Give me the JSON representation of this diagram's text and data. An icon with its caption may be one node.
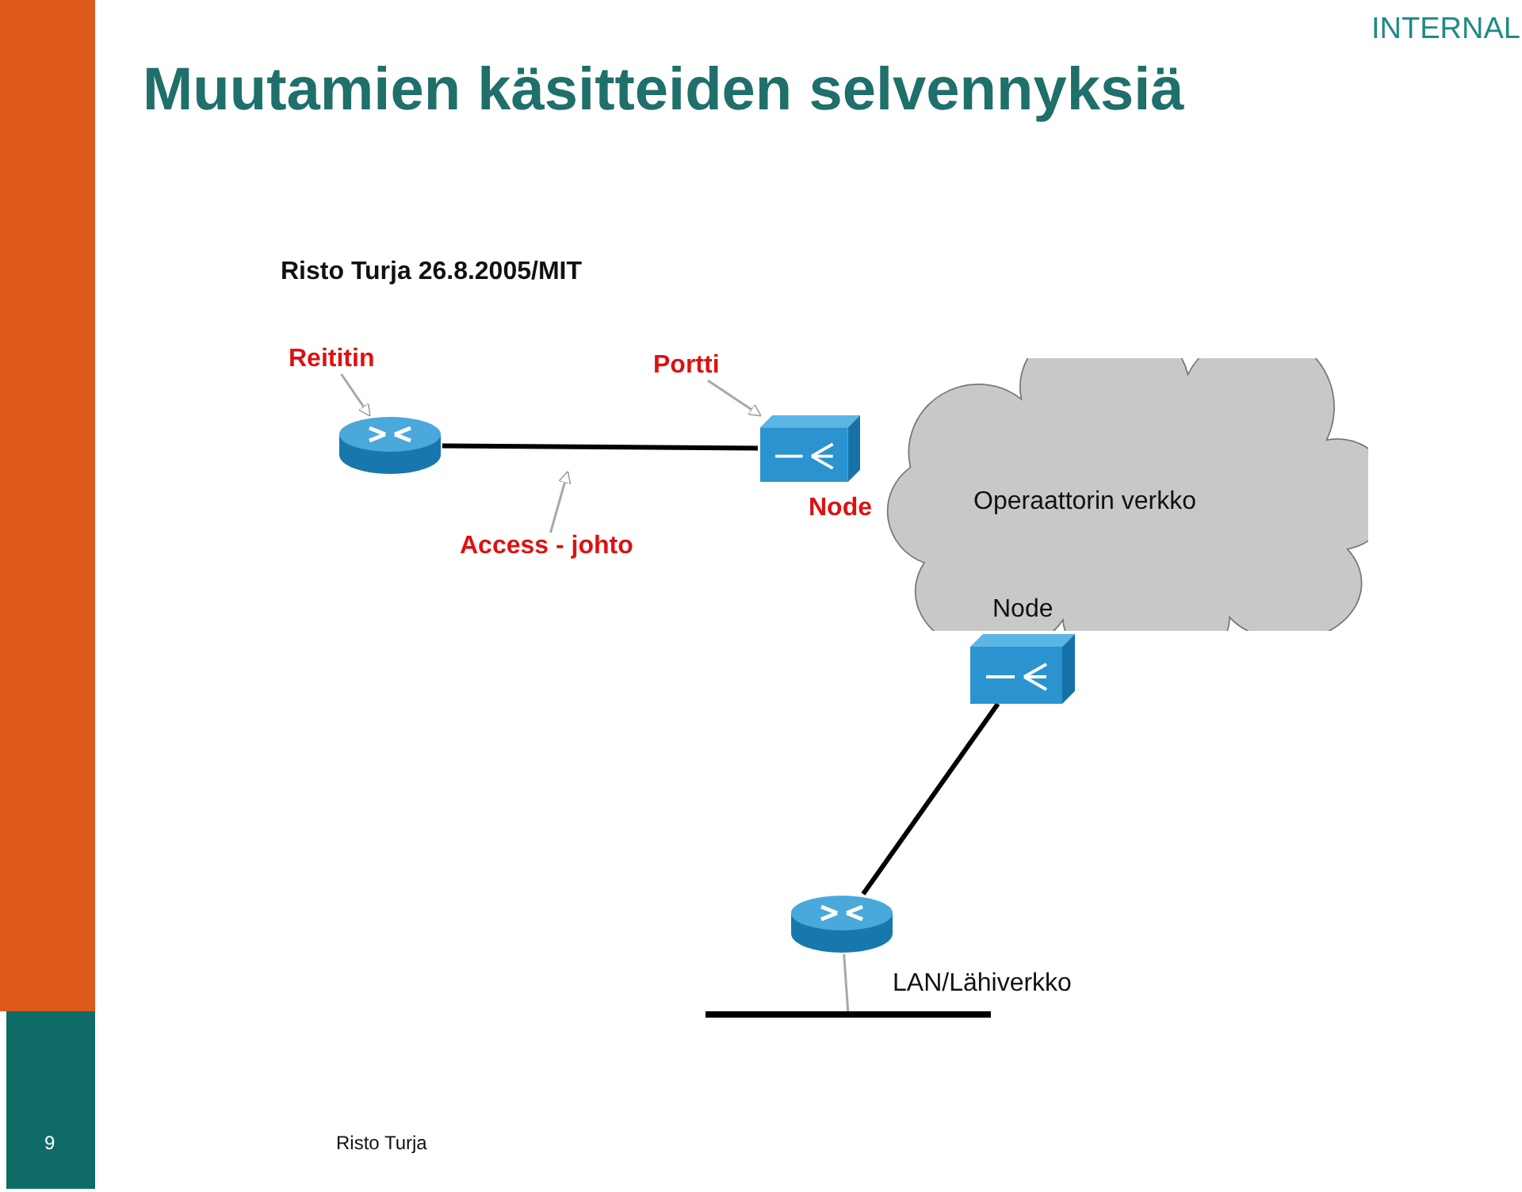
{
  "diagram": {
    "title": "Muutamien käsitteiden selvennyksiä",
    "nodes": [
      {
        "text": [
          "Reititin"
        ]
      },
      {
        "text": [
          "Portti"
        ]
      },
      {
        "text": [],
        "shape": "cylinder"
      },
      {
        "text": [],
        "shape": "box",
        "beside": [
          "Node"
        ]
      },
      {
        "text": [
          "Access - johto"
        ]
      },
      {
        "text": [
          "Operaattorin verkko"
        ]
      },
      {
        "text": [],
        "shape": "box"
      },
      {
        "text": [],
        "shape": "cylinder"
      },
      {
        "text": [],
        "shape": "bar",
        "beside": [
          "LAN/Lähiverkko"
        ]
      }
    ],
    "edges": [
      {
        "from": 0,
        "to": 2,
        "arrow": "to"
      },
      {
        "from": 1,
        "to": 3,
        "arrow": "to"
      },
      {
        "from": 2,
        "to": 3,
        "arrow": "none",
        "style": "thick",
        "color": "#000000"
      },
      {
        "from": 4,
        "to": null,
        "arrow": "to"
      },
      {
        "from": 6,
        "to": 7,
        "arrow": "none",
        "style": "thick",
        "color": "#000000"
      },
      {
        "from": 7,
        "to": 8,
        "arrow": "none"
      }
    ],
    "labels": [
      "INTERNAL",
      "Risto Turja 26.8.2005/MIT",
      "Node",
      "9",
      "Risto Turja"
    ]
  }
}
